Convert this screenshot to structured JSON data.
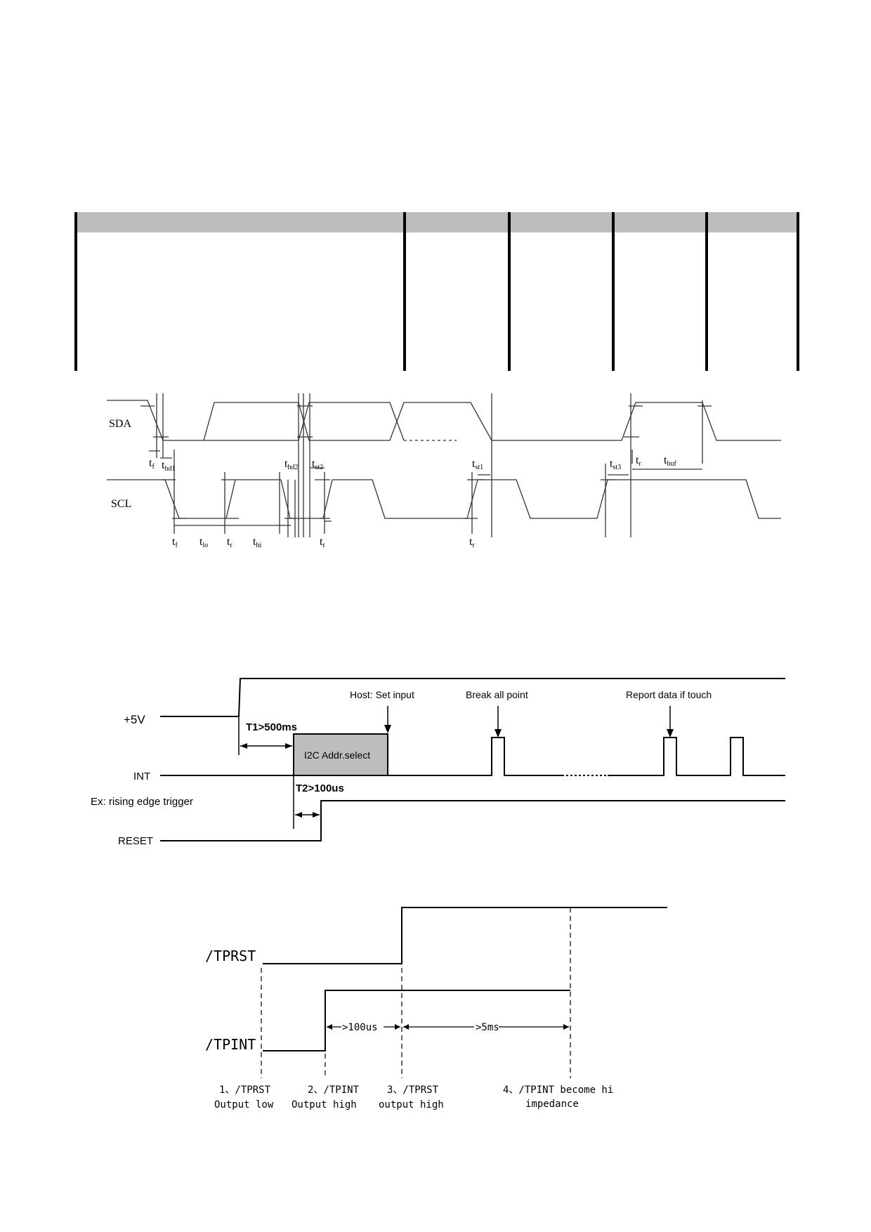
{
  "i2c_timing": {
    "sda_label": "SDA",
    "scl_label": "SCL",
    "tf": "t",
    "tf_sub": "f",
    "thd1": "t",
    "thd1_sub": "hd1",
    "thd2": "t",
    "thd2_sub": "hd2",
    "tst2": "t",
    "tst2_sub": "st2",
    "tst1": "t",
    "tst1_sub": "st1",
    "tst3": "t",
    "tst3_sub": "st3",
    "tr": "t",
    "tr_sub": "r",
    "tbuf": "t",
    "tbuf_sub": "buf",
    "tlo": "t",
    "tlo_sub": "lo",
    "thi": "t",
    "thi_sub": "hi"
  },
  "power_on": {
    "v5_label": "+5V",
    "int_label": "INT",
    "reset_label": "RESET",
    "trigger_note": "Ex: rising edge trigger",
    "t1": "T1>500ms",
    "t2": "T2>100us",
    "addr_box": "I2C Addr.select",
    "host_note": "Host: Set input",
    "break_note": "Break all point",
    "report_note": "Report data if touch"
  },
  "reset_seq": {
    "tprst_label": "/TPRST",
    "tpint_label": "/TPINT",
    "gap1": ">100us",
    "gap2": ">5ms",
    "step1_a": "1、/TPRST",
    "step1_b": "Output low",
    "step2_a": "2、/TPINT",
    "step2_b": "Output high",
    "step3_a": "3、/TPRST",
    "step3_b": "output high",
    "step4_a": "4、/TPINT become hi",
    "step4_b": "impedance"
  }
}
